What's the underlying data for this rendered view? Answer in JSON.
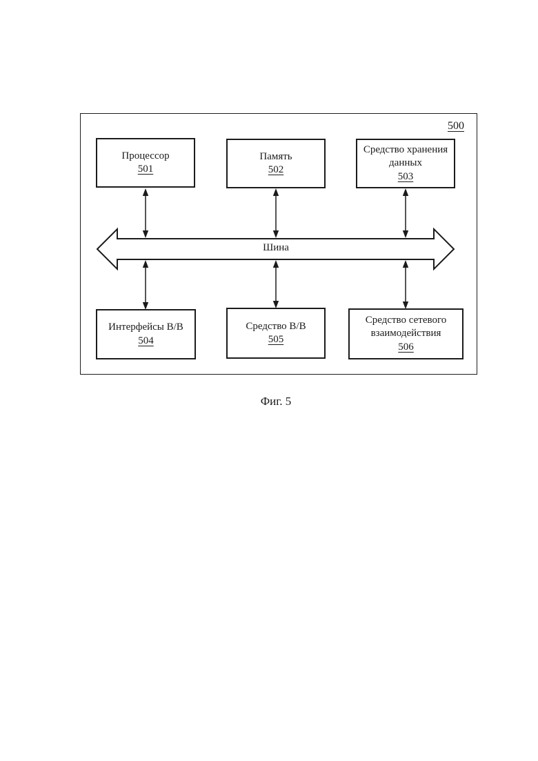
{
  "figure": {
    "frame_number": "500",
    "bus_label": "Шина",
    "caption": "Фиг. 5",
    "boxes": [
      {
        "title": "Процессор",
        "number": "501"
      },
      {
        "title": "Память",
        "number": "502"
      },
      {
        "title": "Средство хранения данных",
        "number": "503"
      },
      {
        "title": "Интерфейсы В/В",
        "number": "504"
      },
      {
        "title": "Средство В/В",
        "number": "505"
      },
      {
        "title": "Средство сетевого взаимодействия",
        "number": "506"
      }
    ],
    "colors": {
      "line": "#1b1b1b",
      "background": "#ffffff"
    }
  }
}
